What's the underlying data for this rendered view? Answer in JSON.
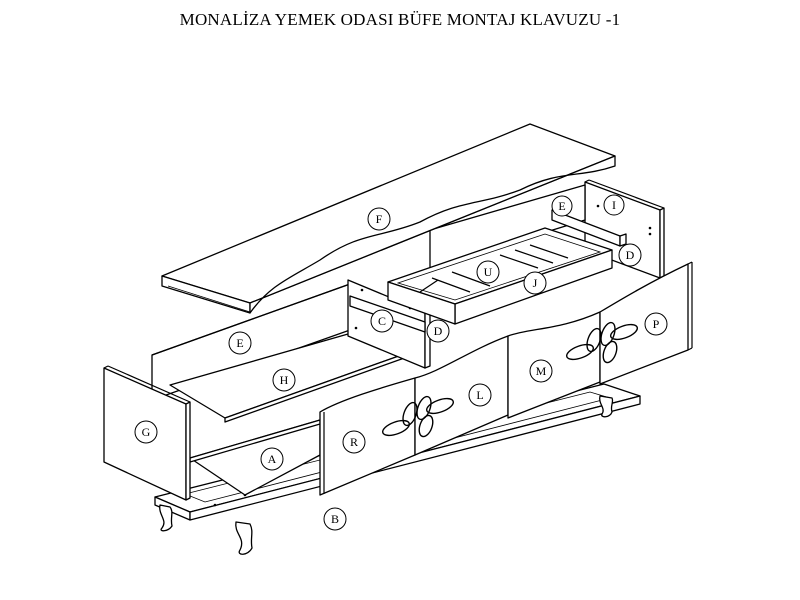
{
  "title": "MONALİZA YEMEK ODASI BÜFE MONTAJ KLAVUZU -1",
  "part_labels": {
    "F": "F",
    "E_top": "E",
    "I": "I",
    "D_right": "D",
    "U": "U",
    "J": "J",
    "C": "C",
    "D_left": "D",
    "E_left": "E",
    "H": "H",
    "G": "G",
    "A": "A",
    "R": "R",
    "L": "L",
    "M": "M",
    "P": "P",
    "B": "B"
  },
  "colors": {
    "line": "#000000",
    "background": "#ffffff"
  }
}
